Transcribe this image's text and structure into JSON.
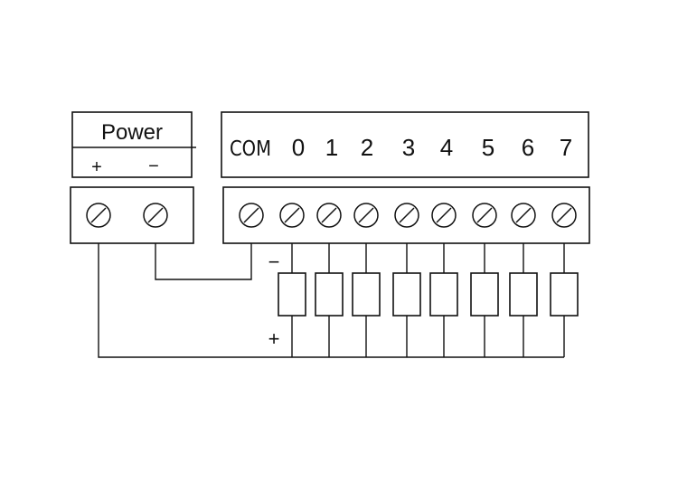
{
  "power_block": {
    "title": "Power",
    "plus_label": "+",
    "minus_label": "−"
  },
  "io_block": {
    "channels": [
      "COM",
      "0",
      "1",
      "2",
      "3",
      "4",
      "5",
      "6",
      "7"
    ]
  },
  "load_polarity": {
    "minus": "−",
    "plus": "+"
  }
}
